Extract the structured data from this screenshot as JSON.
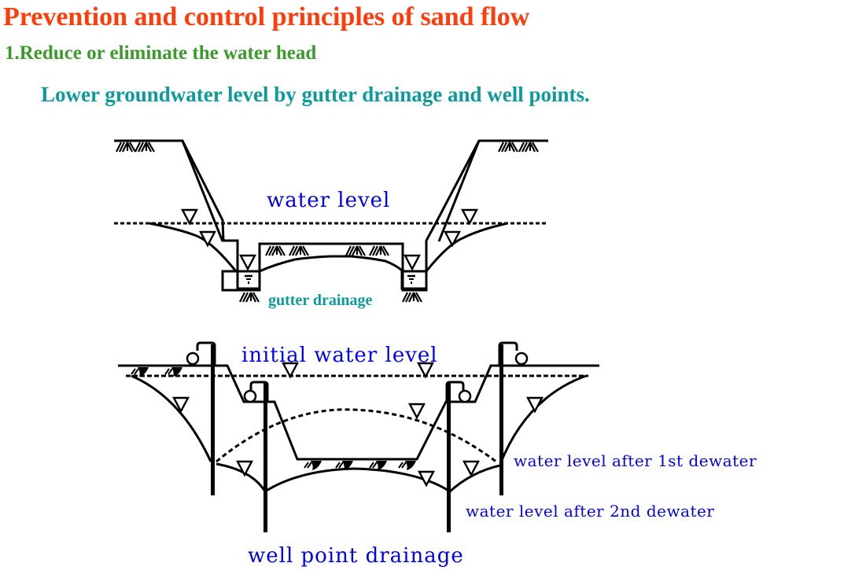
{
  "slide": {
    "title": "Prevention and control principles of sand flow",
    "subtitle": "1.Reduce or eliminate the water head",
    "lead": "Lower groundwater level by gutter drainage and well points.",
    "colors": {
      "title": "#ff3c0a",
      "subtitle": "#3a9a2a",
      "lead": "#0e9a9a",
      "label_blue": "#0000f0",
      "line": "#000000"
    }
  },
  "gutter_diagram": {
    "water_level_label": "water level",
    "gutter_label": "gutter drainage"
  },
  "well_point_diagram": {
    "initial_label": "initial water level",
    "first_dewater_label": "water level after 1st dewater",
    "second_dewater_label": "water level after 2nd dewater",
    "caption": "well point drainage"
  }
}
